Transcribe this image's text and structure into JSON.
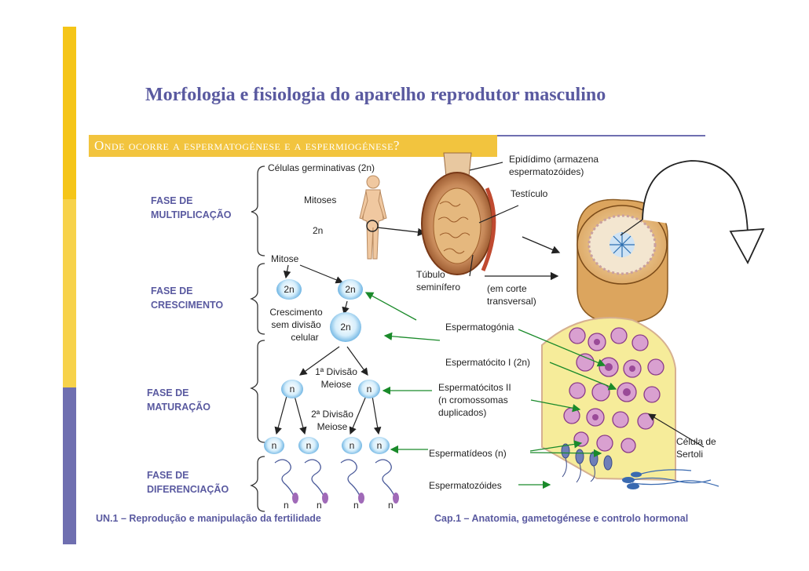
{
  "title": "Morfologia e fisiologia do aparelho reprodutor masculino",
  "subtitle": "Onde ocorre a espermatogénese e a espermiogénese?",
  "phases": {
    "multiplication": [
      "FASE DE",
      "MULTIPLICAÇÃO"
    ],
    "growth": [
      "FASE DE",
      "CRESCIMENTO"
    ],
    "maturation": [
      "FASE DE",
      "MATURAÇÃO"
    ],
    "differentiation": [
      "FASE DE",
      "DIFERENCIAÇÃO"
    ]
  },
  "diagram": {
    "germ_cells": "Células germinativas (2n)",
    "mitoses": "Mitoses",
    "mitose": "Mitose",
    "growth_note": [
      "Crescimento",
      "sem divisão",
      "celular"
    ],
    "first_division": [
      "1ª Divisão",
      "Meiose"
    ],
    "second_division": [
      "2ª Divisão",
      "Meiose"
    ],
    "ploidy_2n": "2n",
    "ploidy_n": "n"
  },
  "annotations": {
    "epididimo": [
      "Epidídimo (armazena",
      "espermatozóides)"
    ],
    "testiculo": "Testículo",
    "tubulo": [
      "Túbulo",
      "seminífero"
    ],
    "corte": [
      "(em corte",
      "transversal)"
    ],
    "espermatogonia": "Espermatogónia",
    "espermatocito1": "Espermatócito I (2n)",
    "espermatocitos2": [
      "Espermatócitos II",
      "(n cromossomas",
      "duplicados)"
    ],
    "espermatideos": "Espermatídeos (n)",
    "espermatozoides": "Espermatozóides",
    "sertoli": [
      "Célula de",
      "Sertoli"
    ]
  },
  "footer": {
    "left": "UN.1 – Reprodução e manipulação da fertilidade",
    "right": "Cap.1 – Anatomia, gametogénese e controlo hormonal"
  },
  "colors": {
    "accent_purple": "#5a5aa0",
    "accent_yellow": "#f2c43e",
    "arrow_green": "#1a8a2a",
    "cell_blue": "#3d8fd0"
  }
}
